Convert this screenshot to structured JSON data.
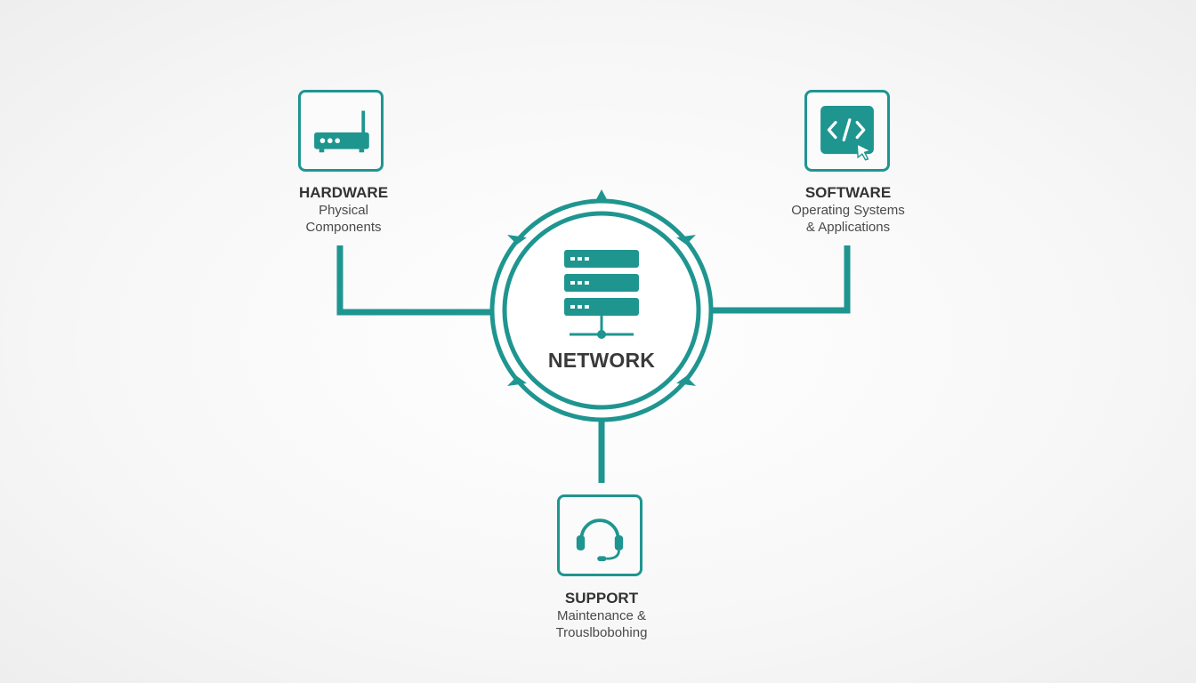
{
  "colors": {
    "accent": "#1f9590",
    "text": "#3a3a3a",
    "background": "#f5f5f5"
  },
  "center": {
    "label": "NETWORK",
    "icon": "server-stack-icon"
  },
  "nodes": {
    "hardware": {
      "title": "HARDWARE",
      "desc_line1": "Physical",
      "desc_line2": "Components",
      "icon": "router-icon"
    },
    "software": {
      "title": "SOFTWARE",
      "desc_line1": "Operating Systems",
      "desc_line2": "& Applications",
      "icon": "code-window-icon"
    },
    "support": {
      "title": "SUPPORT",
      "desc_line1": "Maintenance &",
      "desc_line2": "Trouslbobohing",
      "icon": "headset-icon"
    }
  }
}
